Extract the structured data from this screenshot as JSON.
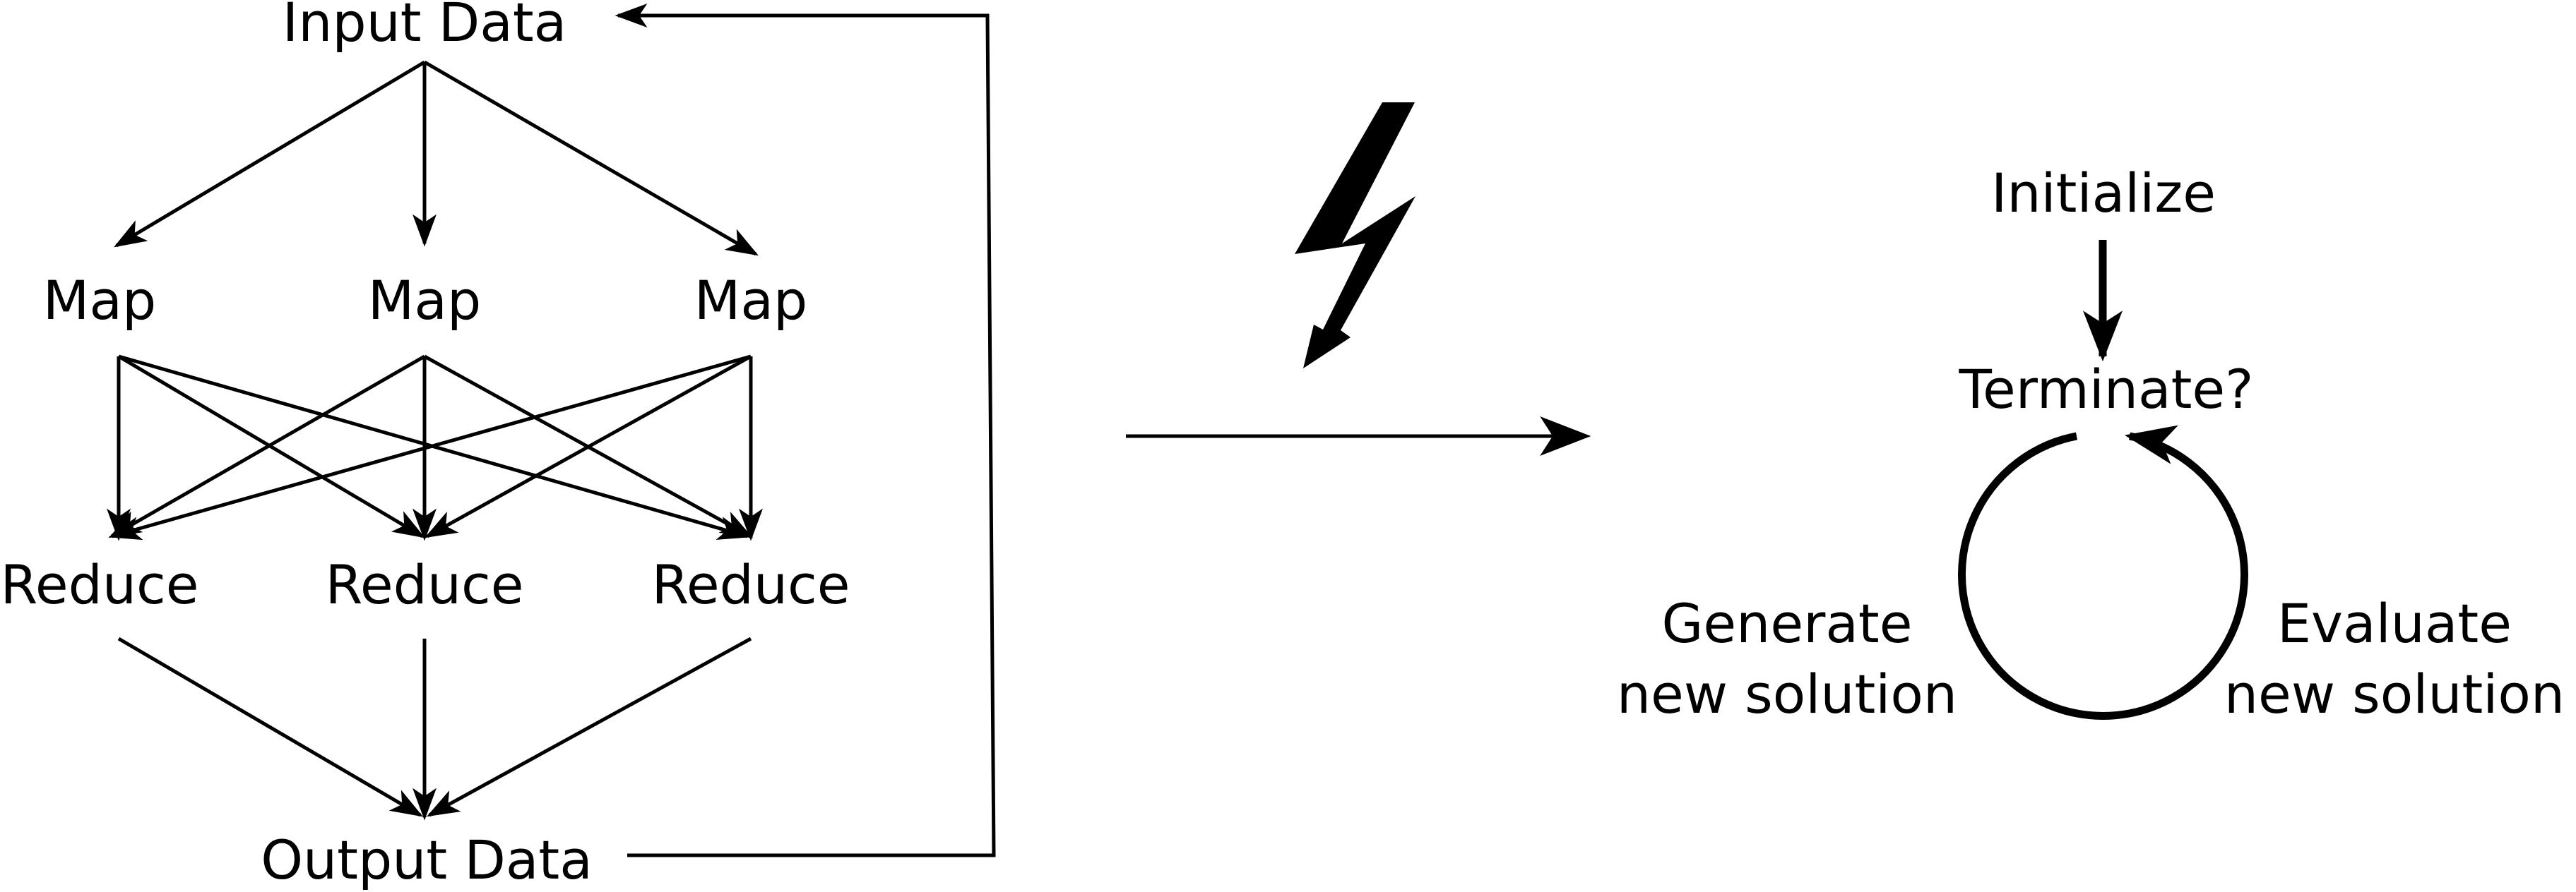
{
  "mapreduce": {
    "input_label": "Input Data",
    "map_labels": [
      "Map",
      "Map",
      "Map"
    ],
    "reduce_labels": [
      "Reduce",
      "Reduce",
      "Reduce"
    ],
    "output_label": "Output Data"
  },
  "transform_icon": "lightning-bolt-icon",
  "cycle": {
    "initialize_label": "Initialize",
    "terminate_label": "Terminate?",
    "generate_label_line1": "Generate",
    "generate_label_line2": "new solution",
    "evaluate_label_line1": "Evaluate",
    "evaluate_label_line2": "new solution"
  }
}
